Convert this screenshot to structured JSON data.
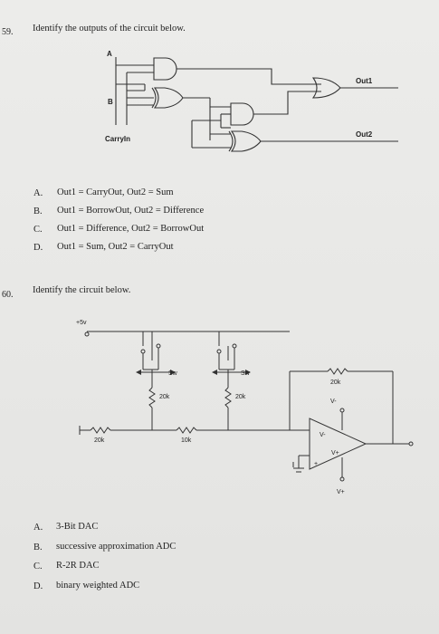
{
  "q59": {
    "number": "59.",
    "prompt": "Identify the outputs of the circuit below.",
    "circuit_labels": {
      "a": "A",
      "b": "B",
      "carry_in": "CarryIn",
      "out1": "Out1",
      "out2": "Out2"
    },
    "options": [
      {
        "letter": "A.",
        "text": "Out1 = CarryOut, Out2 = Sum"
      },
      {
        "letter": "B.",
        "text": "Out1 = BorrowOut, Out2 = Difference"
      },
      {
        "letter": "C.",
        "text": "Out1 = Difference, Out2 = BorrowOut"
      },
      {
        "letter": "D.",
        "text": "Out1 = Sum, Out2 = CarryOut"
      }
    ]
  },
  "q60": {
    "number": "60.",
    "prompt": "Identify the circuit below.",
    "circuit_labels": {
      "vsource": "+5v",
      "sw1": "Sw",
      "sw2": "Sw",
      "r_a": "20k",
      "r_b": "20k",
      "r_ground": "20k",
      "r_mid": "10k",
      "r_feedback": "20k",
      "v_minus_top": "V-",
      "v_minus_in": "V-",
      "v_plus_in": "V+",
      "v_plus_bottom": "V+",
      "plus_sign": "+"
    },
    "options": [
      {
        "letter": "A.",
        "text": "3-Bit DAC"
      },
      {
        "letter": "B.",
        "text": "successive approximation ADC"
      },
      {
        "letter": "C.",
        "text": "R-2R DAC"
      },
      {
        "letter": "D.",
        "text": "binary weighted ADC"
      }
    ]
  }
}
